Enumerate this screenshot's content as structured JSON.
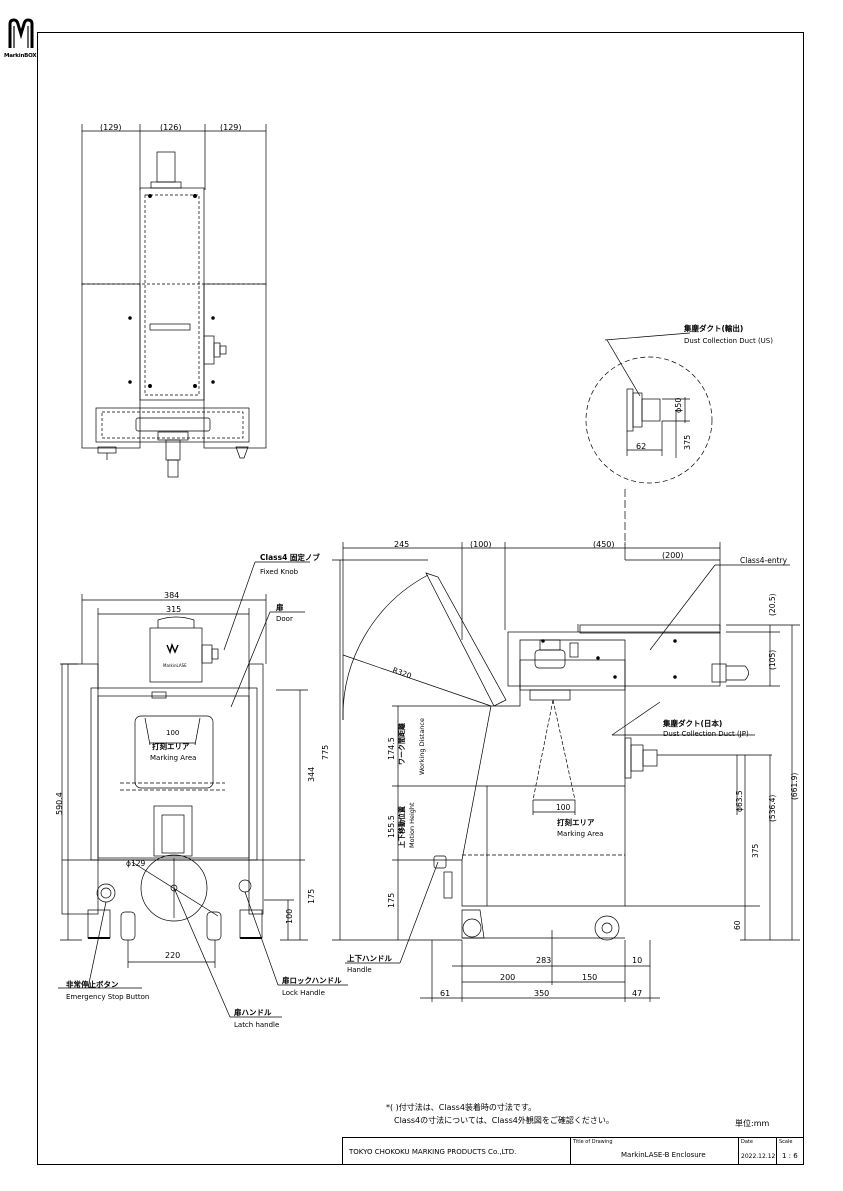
{
  "logo": {
    "text": "MarkinBOX",
    "icon": "markinbox-logo-icon"
  },
  "top_view": {
    "dims": [
      "(129)",
      "(126)",
      "(129)"
    ]
  },
  "duct_us": {
    "label_jp": "集塵ダクト(輸出)",
    "label_en": "Dust Collection Duct (US)",
    "dims": [
      "ϕ50",
      "62",
      "375"
    ]
  },
  "front_view": {
    "dims": [
      "384",
      "315",
      "100",
      "590.4",
      "344",
      "175",
      "100",
      "220",
      "ϕ129"
    ],
    "marking_area_jp": "打刻エリア",
    "marking_area_en": "Marking Area",
    "class4_knob_jp": "Class4 固定ノブ",
    "class4_knob_en": "Fixed Knob",
    "door_jp": "扉",
    "door_en": "Door",
    "emergency_jp": "非常停止ボタン",
    "emergency_en": "Emergency Stop Button",
    "latch_jp": "扉ハンドル",
    "latch_en": "Latch handle",
    "lock_jp": "扉ロックハンドル",
    "lock_en": "Lock Handle"
  },
  "side_view": {
    "dims_top": [
      "245",
      "(100)",
      "(450)",
      "(200)"
    ],
    "radius": "R320",
    "dims_left": [
      "775",
      "174.5",
      "155.5",
      "175"
    ],
    "working_distance_jp": "ワーク間距離",
    "working_distance_en": "Working Distance",
    "motion_height_jp": "上下移動位置",
    "motion_height_en": "Motion Height",
    "marking_area_jp": "打刻エリア",
    "marking_area_en": "Marking Area",
    "marking_dim": "100",
    "dims_right": [
      "(20.5)",
      "(105)",
      "ϕ63.5",
      "(536.4)",
      "(661.9)",
      "375",
      "60"
    ],
    "dims_bottom": [
      "283",
      "10",
      "200",
      "150",
      "61",
      "350",
      "47"
    ],
    "class4_entry": "Class4-entry",
    "duct_jp_jp": "集塵ダクト(日本)",
    "duct_jp_en": "Dust Collection Duct (JP)",
    "handle_jp": "上下ハンドル",
    "handle_en": "Handle"
  },
  "notes": {
    "line1": "*( )付寸法は、Class4装着時の寸法です。",
    "line2": "Class4の寸法については、Class4外観図をご確認ください。",
    "unit": "単位:mm"
  },
  "title_block": {
    "company": "TOKYO CHOKOKU MARKING PRODUCTS Co.,LTD.",
    "title_label": "Title of Drawing",
    "title": "MarkinLASE-B Enclosure",
    "date_label": "Date",
    "date": "2022.12.12",
    "scale_label": "Scale",
    "scale": "1 : 6"
  }
}
